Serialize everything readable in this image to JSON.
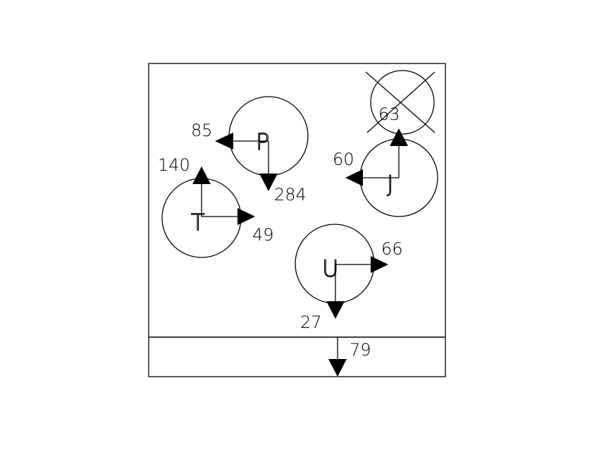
{
  "diagram": {
    "circles": [
      {
        "letter": "P",
        "horizontal_label": "85",
        "vertical_label": "284"
      },
      {
        "letter": "J",
        "horizontal_label": "60",
        "vertical_label": ""
      },
      {
        "letter": "",
        "horizontal_label": "",
        "vertical_label": "63"
      },
      {
        "letter": "T",
        "horizontal_label": "49",
        "vertical_label": "140"
      },
      {
        "letter": "U",
        "horizontal_label": "66",
        "vertical_label": "27"
      }
    ],
    "base_load_label": "79"
  }
}
